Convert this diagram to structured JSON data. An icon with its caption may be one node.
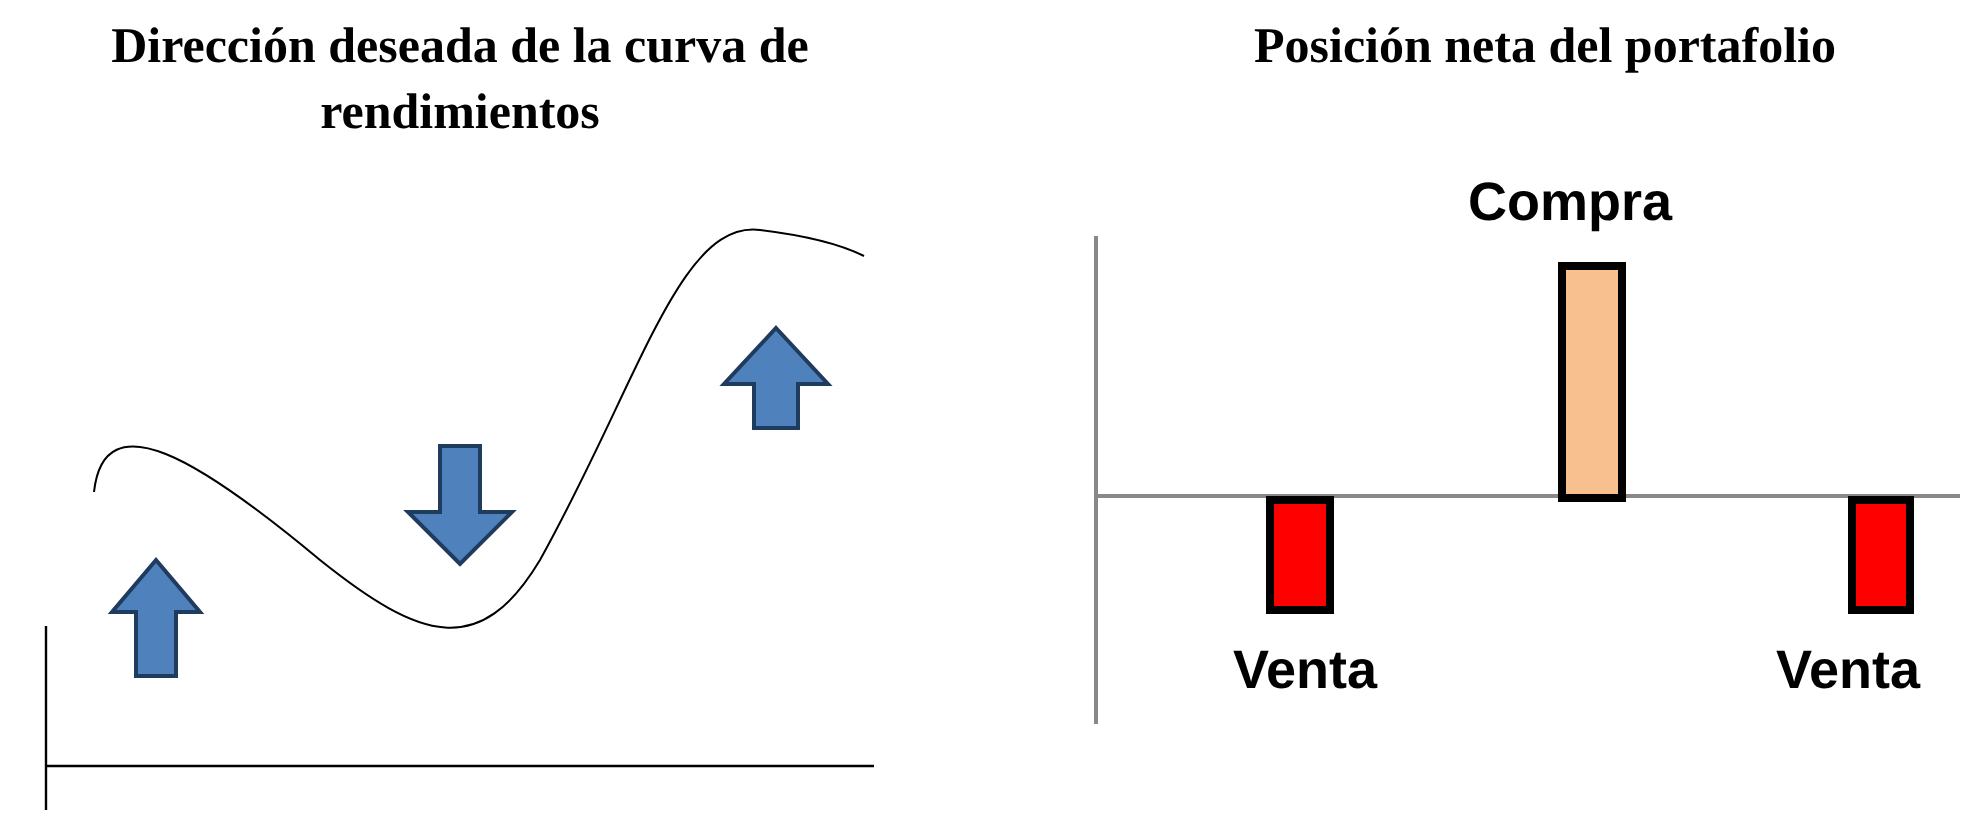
{
  "diagram": {
    "labels": [
      "Dirección deseada de la curva de rendimientos",
      "Posición neta del portafolio",
      "Compra",
      "Venta",
      "Venta"
    ]
  }
}
